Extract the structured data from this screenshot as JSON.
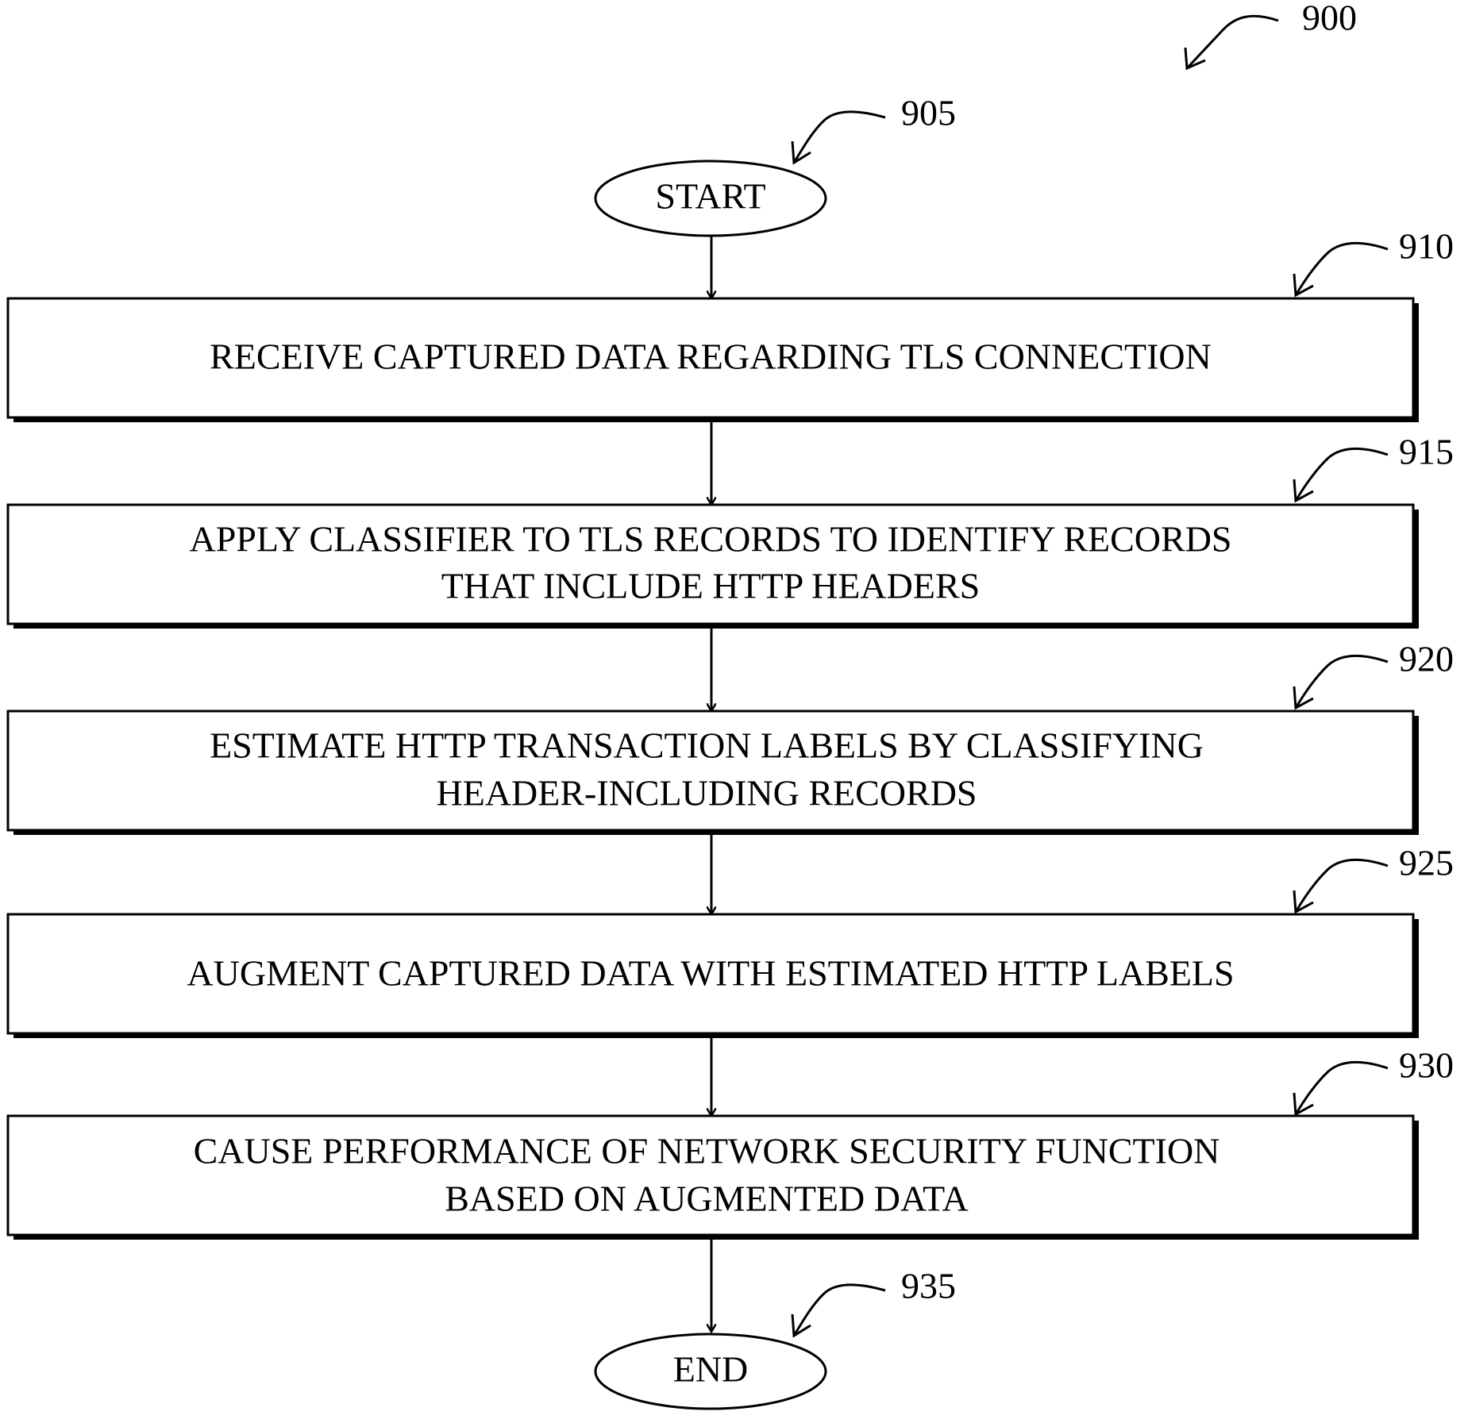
{
  "figure": {
    "figure_ref": "900",
    "start": {
      "ref": "905",
      "label": "START"
    },
    "steps": [
      {
        "ref": "910",
        "lines": [
          "RECEIVE CAPTURED DATA REGARDING TLS CONNECTION"
        ]
      },
      {
        "ref": "915",
        "lines": [
          "APPLY CLASSIFIER TO TLS RECORDS TO IDENTIFY RECORDS",
          "THAT INCLUDE HTTP HEADERS"
        ]
      },
      {
        "ref": "920",
        "lines": [
          "ESTIMATE HTTP TRANSACTION LABELS BY CLASSIFYING",
          "HEADER-INCLUDING RECORDS"
        ]
      },
      {
        "ref": "925",
        "lines": [
          "AUGMENT CAPTURED DATA WITH ESTIMATED HTTP LABELS"
        ]
      },
      {
        "ref": "930",
        "lines": [
          "CAUSE PERFORMANCE OF NETWORK SECURITY FUNCTION",
          "BASED ON AUGMENTED DATA"
        ]
      }
    ],
    "end": {
      "ref": "935",
      "label": "END"
    }
  }
}
